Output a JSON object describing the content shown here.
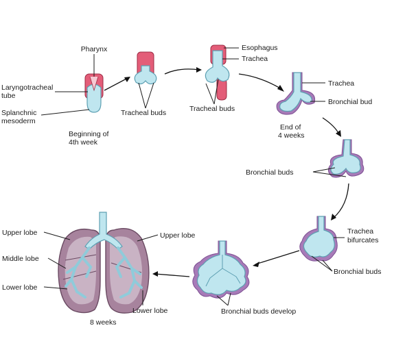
{
  "labels": {
    "pharynx": "Pharynx",
    "laryngotracheal_1": "Laryngotracheal",
    "laryngotracheal_2": "tube",
    "splanchnic_1": "Splanchnic",
    "splanchnic_2": "mesoderm",
    "beginning_1": "Beginning of",
    "beginning_2": "4th week",
    "tracheal_buds_a": "Tracheal buds",
    "tracheal_buds_b": "Tracheal buds",
    "esophagus": "Esophagus",
    "trachea_top": "Trachea",
    "trachea_right": "Trachea",
    "bronchial_bud": "Bronchial bud",
    "end_1": "End of",
    "end_2": "4 weeks",
    "bronchial_buds_mid": "Bronchial buds",
    "trachea_bif_1": "Trachea",
    "trachea_bif_2": "bifurcates",
    "bronchial_buds_low": "Bronchial buds",
    "bronchial_buds_develop": "Bronchial buds develop",
    "upper_lobe_left": "Upper lobe",
    "middle_lobe": "Middle lobe",
    "lower_lobe_left": "Lower lobe",
    "upper_lobe_right": "Upper lobe",
    "lower_lobe_right": "Lower lobe",
    "eight_weeks": "8 weeks"
  }
}
